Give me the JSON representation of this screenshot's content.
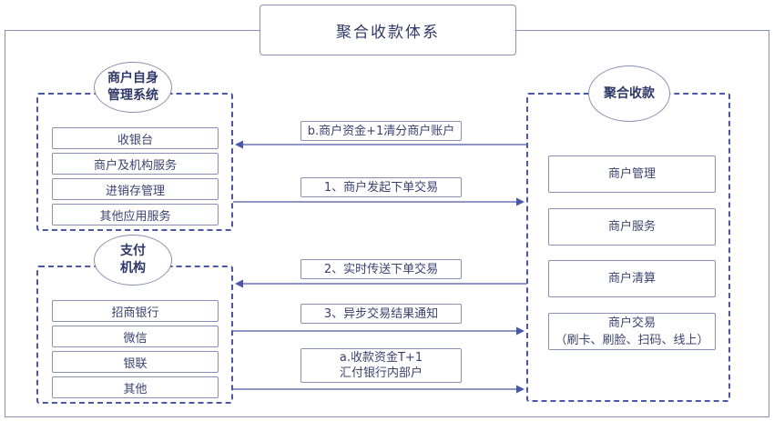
{
  "title": "聚合收款体系",
  "merchant_system": {
    "title_line1": "商户自身",
    "title_line2": "管理系统",
    "items": [
      "收银台",
      "商户及机构服务",
      "进销存管理",
      "其他应用服务"
    ]
  },
  "payment_institution": {
    "title_line1": "支付",
    "title_line2": "机构",
    "items": [
      "招商银行",
      "微信",
      "银联",
      "其他"
    ]
  },
  "aggregate": {
    "title": "聚合收款",
    "items": [
      {
        "line1": "商户管理",
        "line2": ""
      },
      {
        "line1": "商户服务",
        "line2": ""
      },
      {
        "line1": "商户清算",
        "line2": ""
      },
      {
        "line1": "商户交易",
        "line2": "（刷卡、刷脸、扫码、线上）"
      }
    ]
  },
  "flows": [
    {
      "line1": "b.商户资金+1清分商户账户",
      "line2": "",
      "direction": "left"
    },
    {
      "line1": "1、商户发起下单交易",
      "line2": "",
      "direction": "right"
    },
    {
      "line1": "2、实时传送下单交易",
      "line2": "",
      "direction": "left"
    },
    {
      "line1": "3、异步交易结果通知",
      "line2": "",
      "direction": "right"
    },
    {
      "line1": "a.收款资金T+1",
      "line2": "汇付银行内部户",
      "direction": "right"
    }
  ],
  "colors": {
    "border": "#8a90b3",
    "dashed": "#4a57a8",
    "arrow": "#4a57a8",
    "text": "#3a4270"
  }
}
